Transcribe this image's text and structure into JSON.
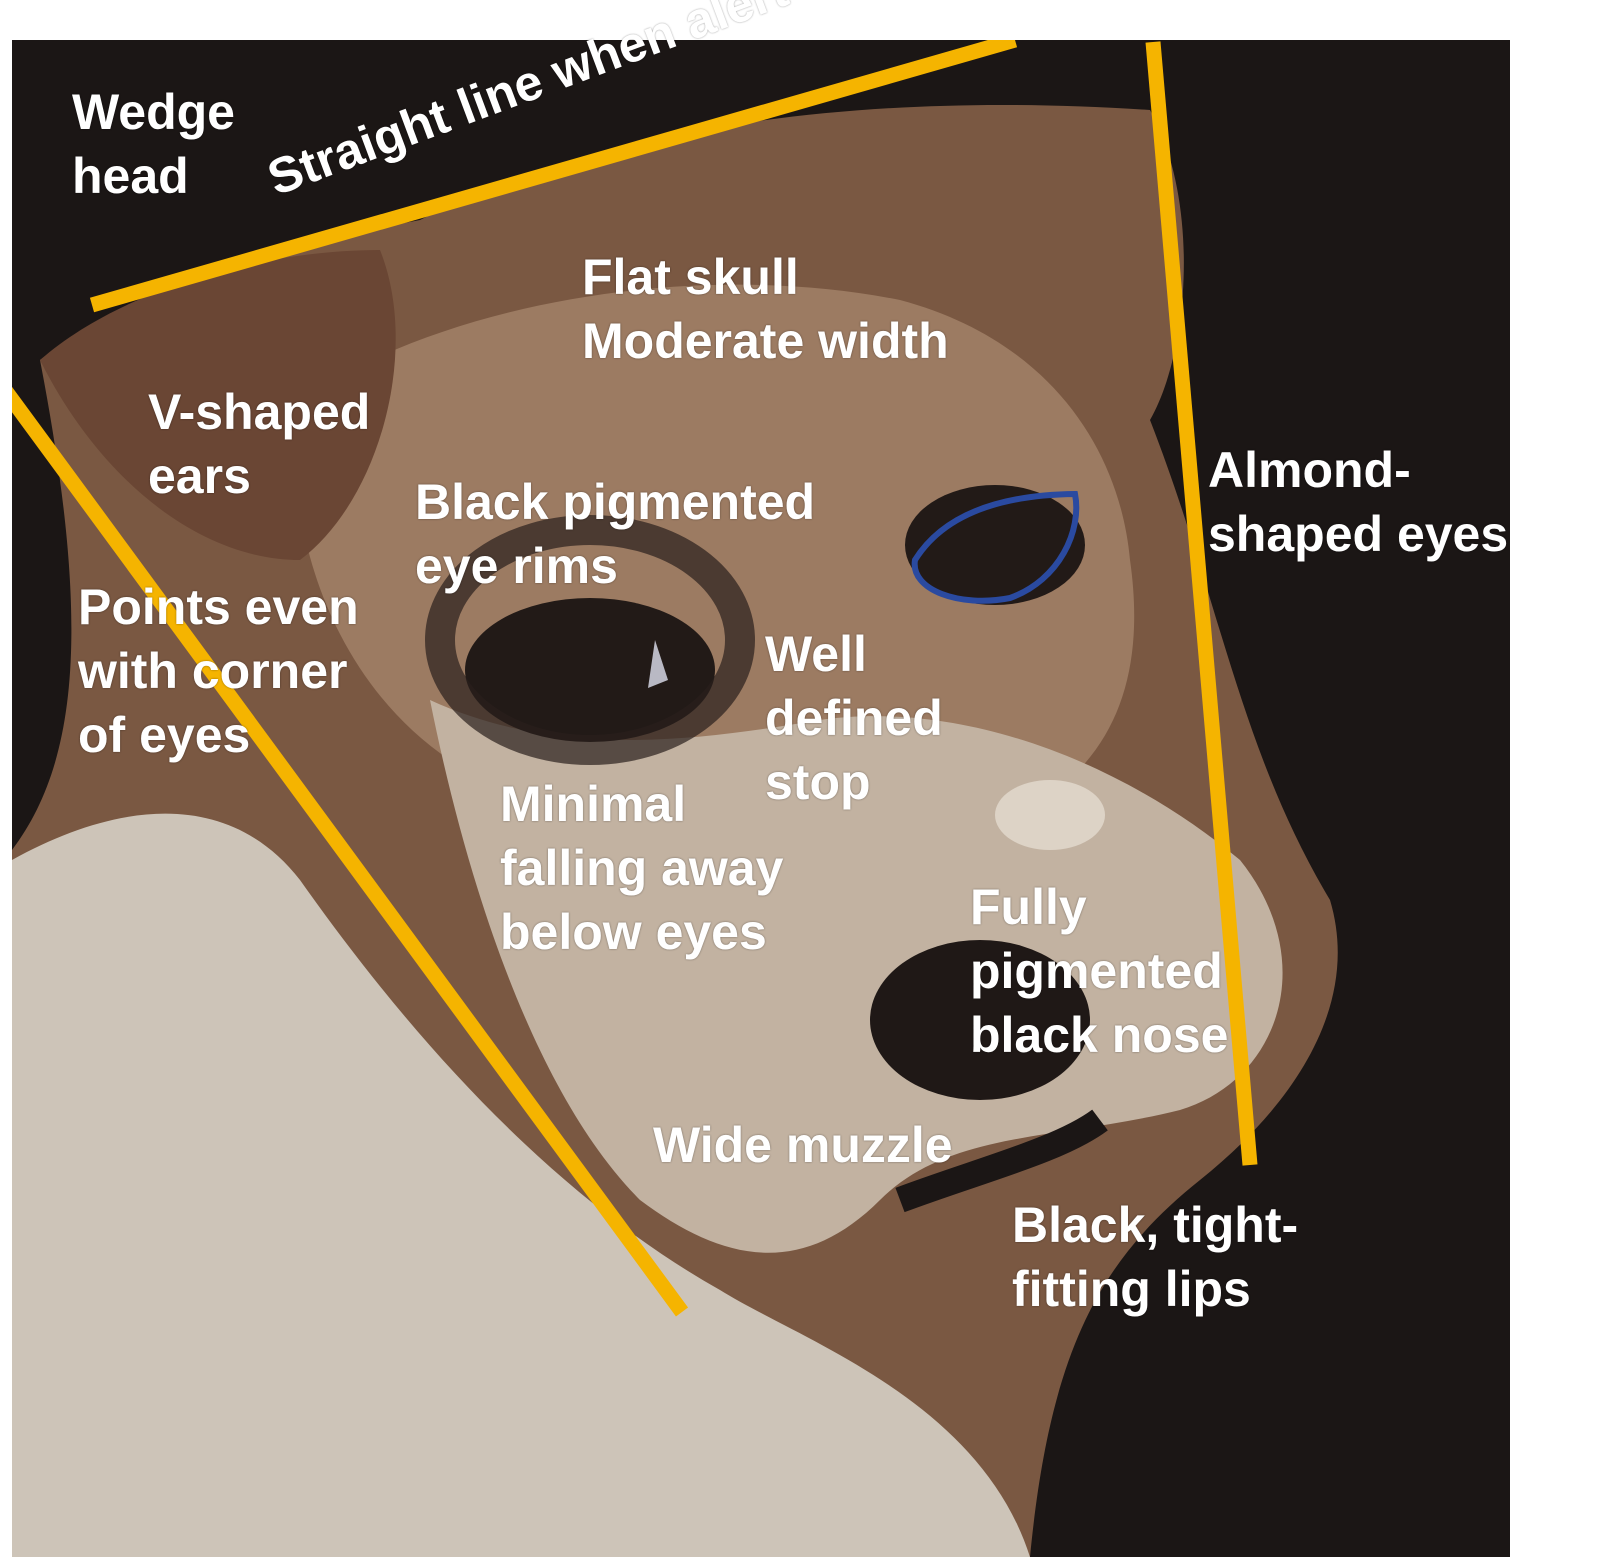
{
  "colors": {
    "background": "#1b1615",
    "fur_dark": "#6e4c37",
    "fur_mid": "#9a7a62",
    "fur_light": "#cbc1b4",
    "guide_line": "#f5b400",
    "eye_outline": "#2a4aa0",
    "label": "#ffffff"
  },
  "labels": {
    "wedge_head": [
      "Wedge",
      "head"
    ],
    "straight_line": "Straight line when alert",
    "flat_skull": [
      "Flat skull",
      "Moderate width"
    ],
    "v_ears": [
      "V-shaped",
      "ears"
    ],
    "eye_rims": [
      "Black pigmented",
      "eye rims"
    ],
    "points_even": [
      "Points even",
      "with corner",
      "of eyes"
    ],
    "almond_eyes": [
      "Almond-",
      "shaped eyes"
    ],
    "stop": [
      "Well",
      "defined",
      "stop"
    ],
    "falling_away": [
      "Minimal",
      "falling away",
      "below eyes"
    ],
    "nose": [
      "Fully",
      "pigmented",
      "black nose"
    ],
    "muzzle": "Wide muzzle",
    "lips": [
      "Black, tight-",
      "fitting lips"
    ]
  }
}
